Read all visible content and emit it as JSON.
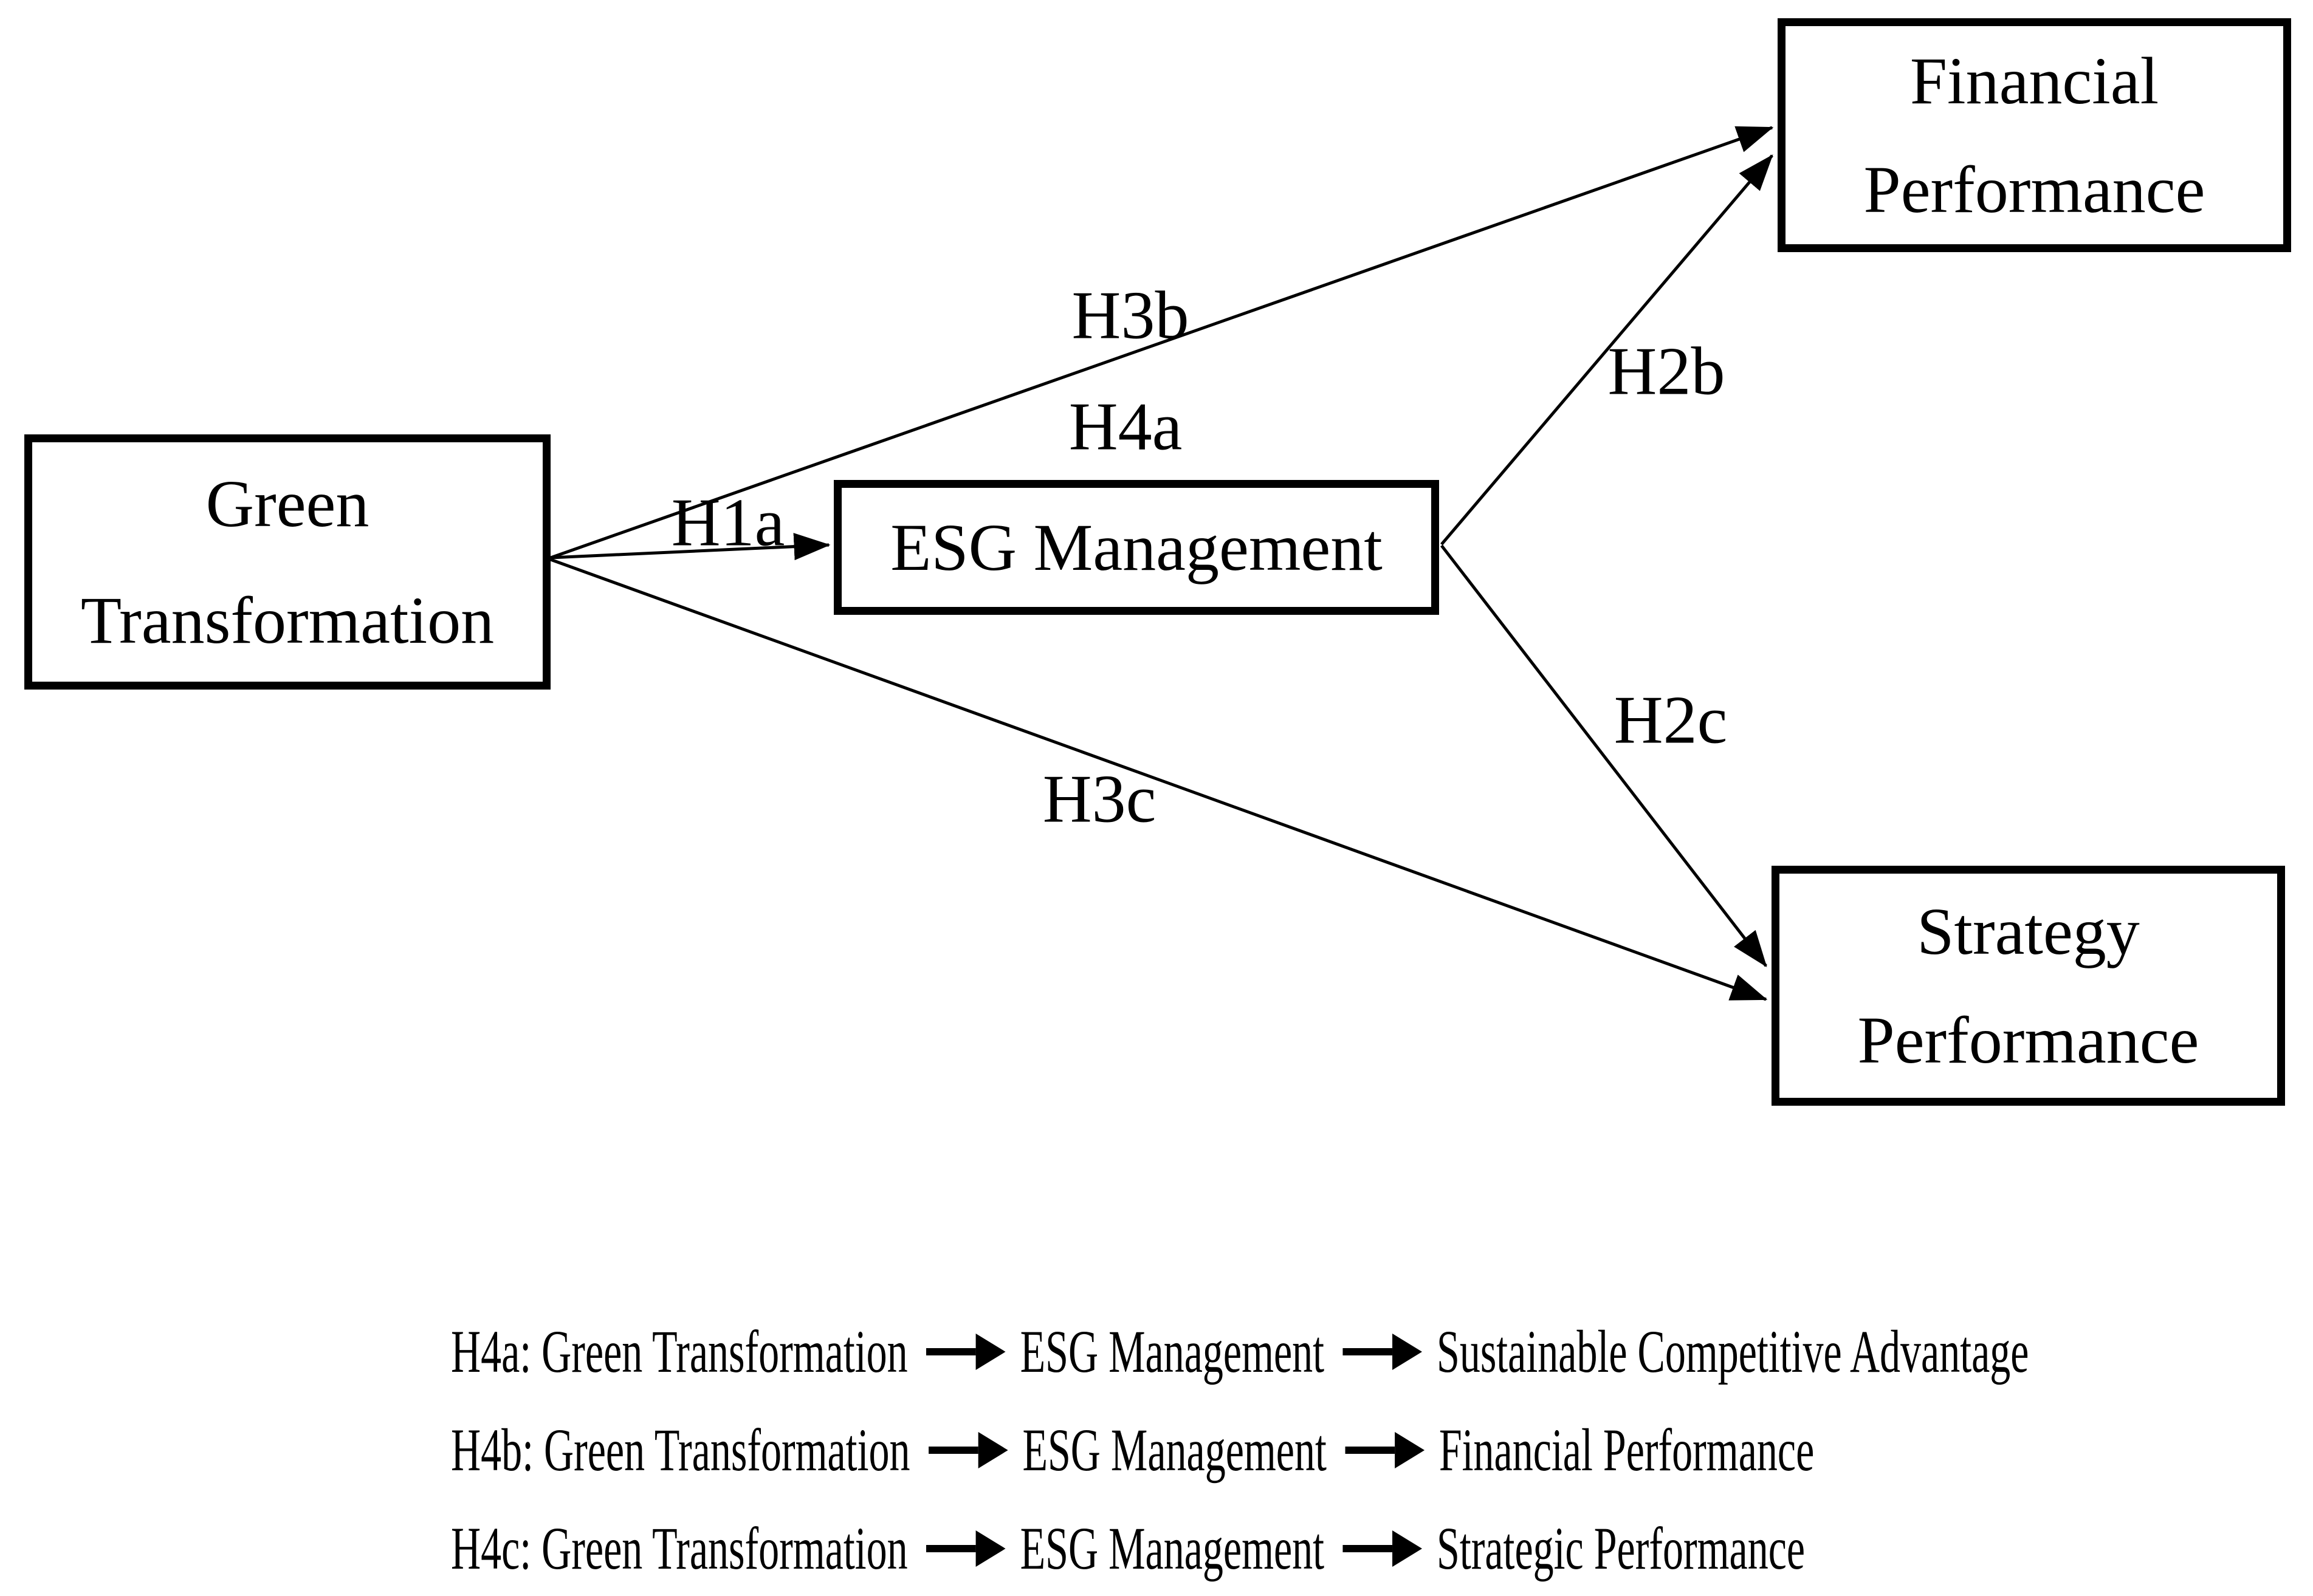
{
  "figure": {
    "background_color": "#ffffff",
    "ink_color": "#000000"
  },
  "boxes": {
    "green": {
      "line1": "Green",
      "line2": "Transformation"
    },
    "esg": {
      "label": "ESG Management"
    },
    "financial": {
      "line1": "Financial",
      "line2": "Performance"
    },
    "strategy": {
      "line1": "Strategy",
      "line2": "Performance"
    }
  },
  "path_labels": {
    "h1a": "H1a",
    "h2b": "H2b",
    "h2c": "H2c",
    "h3b": "H3b",
    "h3c": "H3c",
    "h4a": "H4a"
  },
  "legend": {
    "rows": [
      {
        "source": "H4a: Green Transformation",
        "mediator": "ESG Management",
        "outcome": "Sustainable Competitive Advantage"
      },
      {
        "source": "H4b: Green Transformation",
        "mediator": "ESG Management",
        "outcome": "Financial Performance"
      },
      {
        "source": "H4c: Green Transformation",
        "mediator": "ESG Management",
        "outcome": "Strategic Performance"
      }
    ]
  }
}
